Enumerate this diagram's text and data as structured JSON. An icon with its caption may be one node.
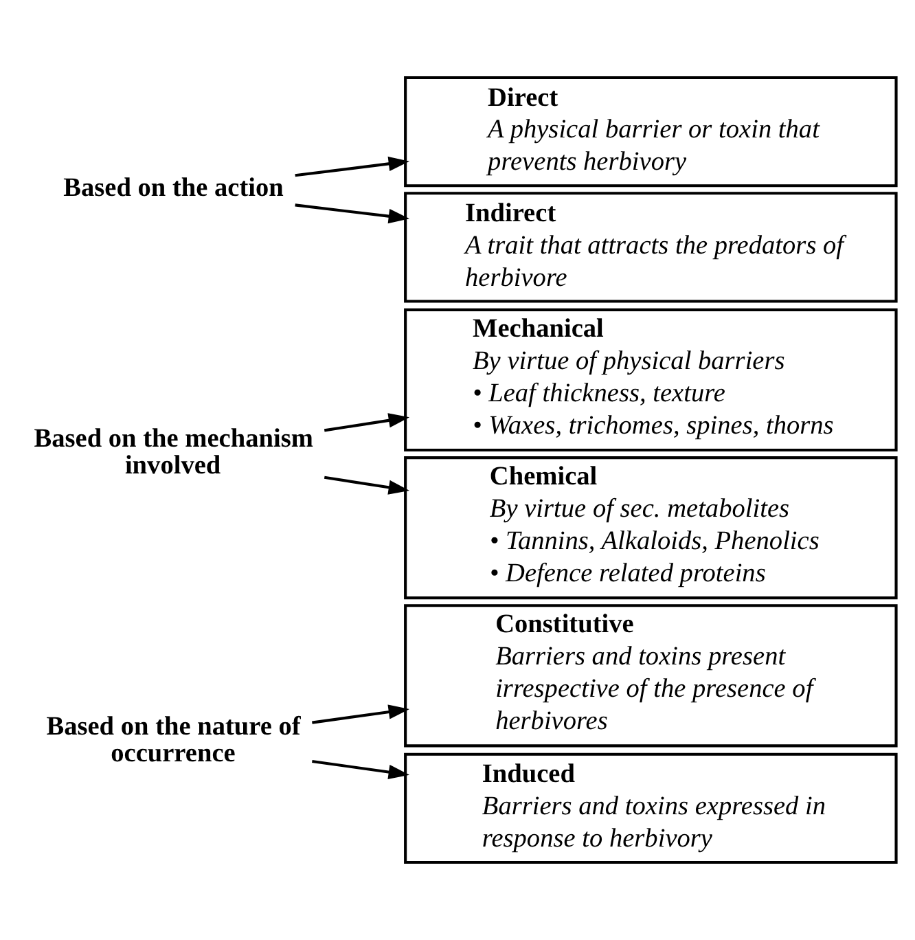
{
  "diagram": {
    "nodes": [
      {
        "text": [
          "Based on the nature of occurrence"
        ]
      },
      {
        "text": [
          "Constitutive",
          "Barriers and toxins present irrespective of the presence of herbivores"
        ]
      },
      {
        "text": [
          "Induced",
          "Barriers and toxins expressed in response to herbivory"
        ]
      },
      {
        "text": [
          "Based on the mechanism involved"
        ]
      },
      {
        "text": [
          "Mechanical",
          "By virtue of physical barriers",
          "• Leaf thickness, texture",
          "• Waxes, trichomes, spines, thorns"
        ]
      },
      {
        "text": [
          "Chemical",
          "By virtue of sec. metabolites",
          "• Tannins, Alkaloids, Phenolics",
          "• Defence related proteins"
        ]
      },
      {
        "text": [
          "Based on the action"
        ]
      },
      {
        "text": [
          "Direct",
          "A physical barrier or toxin that prevents herbivory"
        ]
      },
      {
        "text": [
          "Indirect",
          "A trait that attracts the predators of herbivore"
        ]
      }
    ],
    "edges": [
      {
        "from": 0,
        "to": 1,
        "arrow": "to"
      },
      {
        "from": 0,
        "to": 2,
        "arrow": "to"
      },
      {
        "from": 3,
        "to": 4,
        "arrow": "to"
      },
      {
        "from": 3,
        "to": 5,
        "arrow": "to"
      },
      {
        "from": 6,
        "to": 7,
        "arrow": "to"
      },
      {
        "from": 6,
        "to": 8,
        "arrow": "to"
      }
    ]
  }
}
